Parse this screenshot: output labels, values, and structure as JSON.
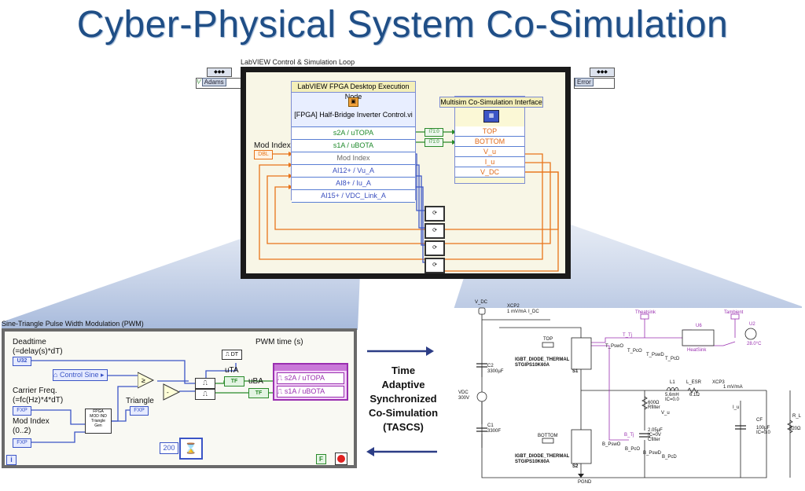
{
  "title": "Cyber-Physical System Co-Simulation",
  "loop": {
    "caption": "LabVIEW Control & Simulation Loop",
    "left_tag": "Adams",
    "right_tag": "Error"
  },
  "fpga": {
    "caption": "LabVIEW FPGA Desktop Execution Node",
    "vi_name": "[FPGA] Half-Bridge Inverter Control.vi",
    "ports": [
      "s2A / uTOPA",
      "s1A / uBOTA",
      "Mod Index",
      "AI12+ / Vu_A",
      "AI8+ / Iu_A",
      "AI15+ / VDC_Link_A"
    ],
    "mod_index_label": "Mod Index",
    "mod_index_tag": "DBL"
  },
  "multisim": {
    "caption": "Multisim Co-Simulation Interface",
    "ports": [
      "TOP",
      "BOTTOM",
      "V_u",
      "I_u",
      "V_DC"
    ]
  },
  "pwm": {
    "title": "Sine-Triangle Pulse Width Modulation (PWM)",
    "deadtime_label": "Deadtime\n(=delay(s)*dT)",
    "deadtime_tag": "U32",
    "control_sine": "Control Sine",
    "carrier_label": "Carrier Freq.\n(=fc(Hz)*4*dT)",
    "carrier_tag": "FXP",
    "mod_index_label": "Mod Index\n(0..2)",
    "mod_index_tag": "FXP",
    "triangle_label": "Triangle",
    "triangle_tag": "FXP",
    "gen_label": "FPGA\nMOD IND\nTriangle\nGen",
    "pwm_time_label": "PWM time (s)",
    "uta": "uTA",
    "uba": "uBA",
    "tf": "TF",
    "outputs": [
      "s2A / uTOPA",
      "s1A / uBOTA"
    ],
    "loop_count": "200",
    "info": "i"
  },
  "tascs": {
    "lines": [
      "Time",
      "Adaptive",
      "Synchronized",
      "Co-Simulation",
      "(TASCS)"
    ]
  },
  "schematic": {
    "vdc_node": "V_DC",
    "xcp2": "XCP2",
    "xcp2_scale": "1 mV/mA",
    "i_dc": "I_DC",
    "c2": "C2",
    "c2_val": "3300µF",
    "vdc_src": "VDC",
    "vdc_val": "300V",
    "c1": "C1",
    "c1_val": "3300F",
    "top": "TOP",
    "bottom": "BOTTOM",
    "igbt1": "IGBT_DIODE_THERMAL",
    "igbt1_part": "STGIPS10K60A",
    "s1": "S1",
    "igbt2": "IGBT_DIODE_THERMAL",
    "igbt2_part": "STGIPS10K60A",
    "s2": "S2",
    "t_tj": "T_Tj",
    "t_pswo": "T_PswO",
    "t_pco": "T_PcO",
    "t_pswd": "T_PswD",
    "t_pcd": "T_PcD",
    "b_tj": "B_Tj",
    "b_pswo": "B_PswO",
    "b_pco": "B_PcO",
    "b_pswd": "B_PswD",
    "b_pcd": "B_PcD",
    "theatsink": "Theatsink",
    "tambient": "Tambient",
    "u6": "U6",
    "heatsink": "HeatSink",
    "u2": "U2",
    "u2_val": "28.0°C",
    "l1": "L1",
    "l1_val": "5.6mH",
    "l1_ic": "IC=0.0",
    "l_esr": "L_ESR",
    "l_esr_val": "6.1Ω",
    "xcp3": "XCP3",
    "xcp3_scale": "1 mV/mA",
    "i_u": "I_u",
    "rfilter": "600Ω",
    "rfilter_name": "Rfilter",
    "v_u": "V_u",
    "cfilter_val": "2.05µF",
    "cfilter_ic": "IC=0V",
    "cfilter": "Cfilter",
    "cf": "CF",
    "cf_val": "100µF",
    "cf_ic": "IC=0.0",
    "rl": "R_L",
    "rl_val": "820Ω",
    "pgnd": "PGND"
  },
  "colors": {
    "title": "#1f4e86",
    "frame": "#1a1a1a",
    "wire_orange": "#e8741a",
    "wire_green": "#2a8a2a",
    "wire_blue": "#3b55c6",
    "schematic_purple": "#a13bc0",
    "arrow": "#2c3d86"
  }
}
